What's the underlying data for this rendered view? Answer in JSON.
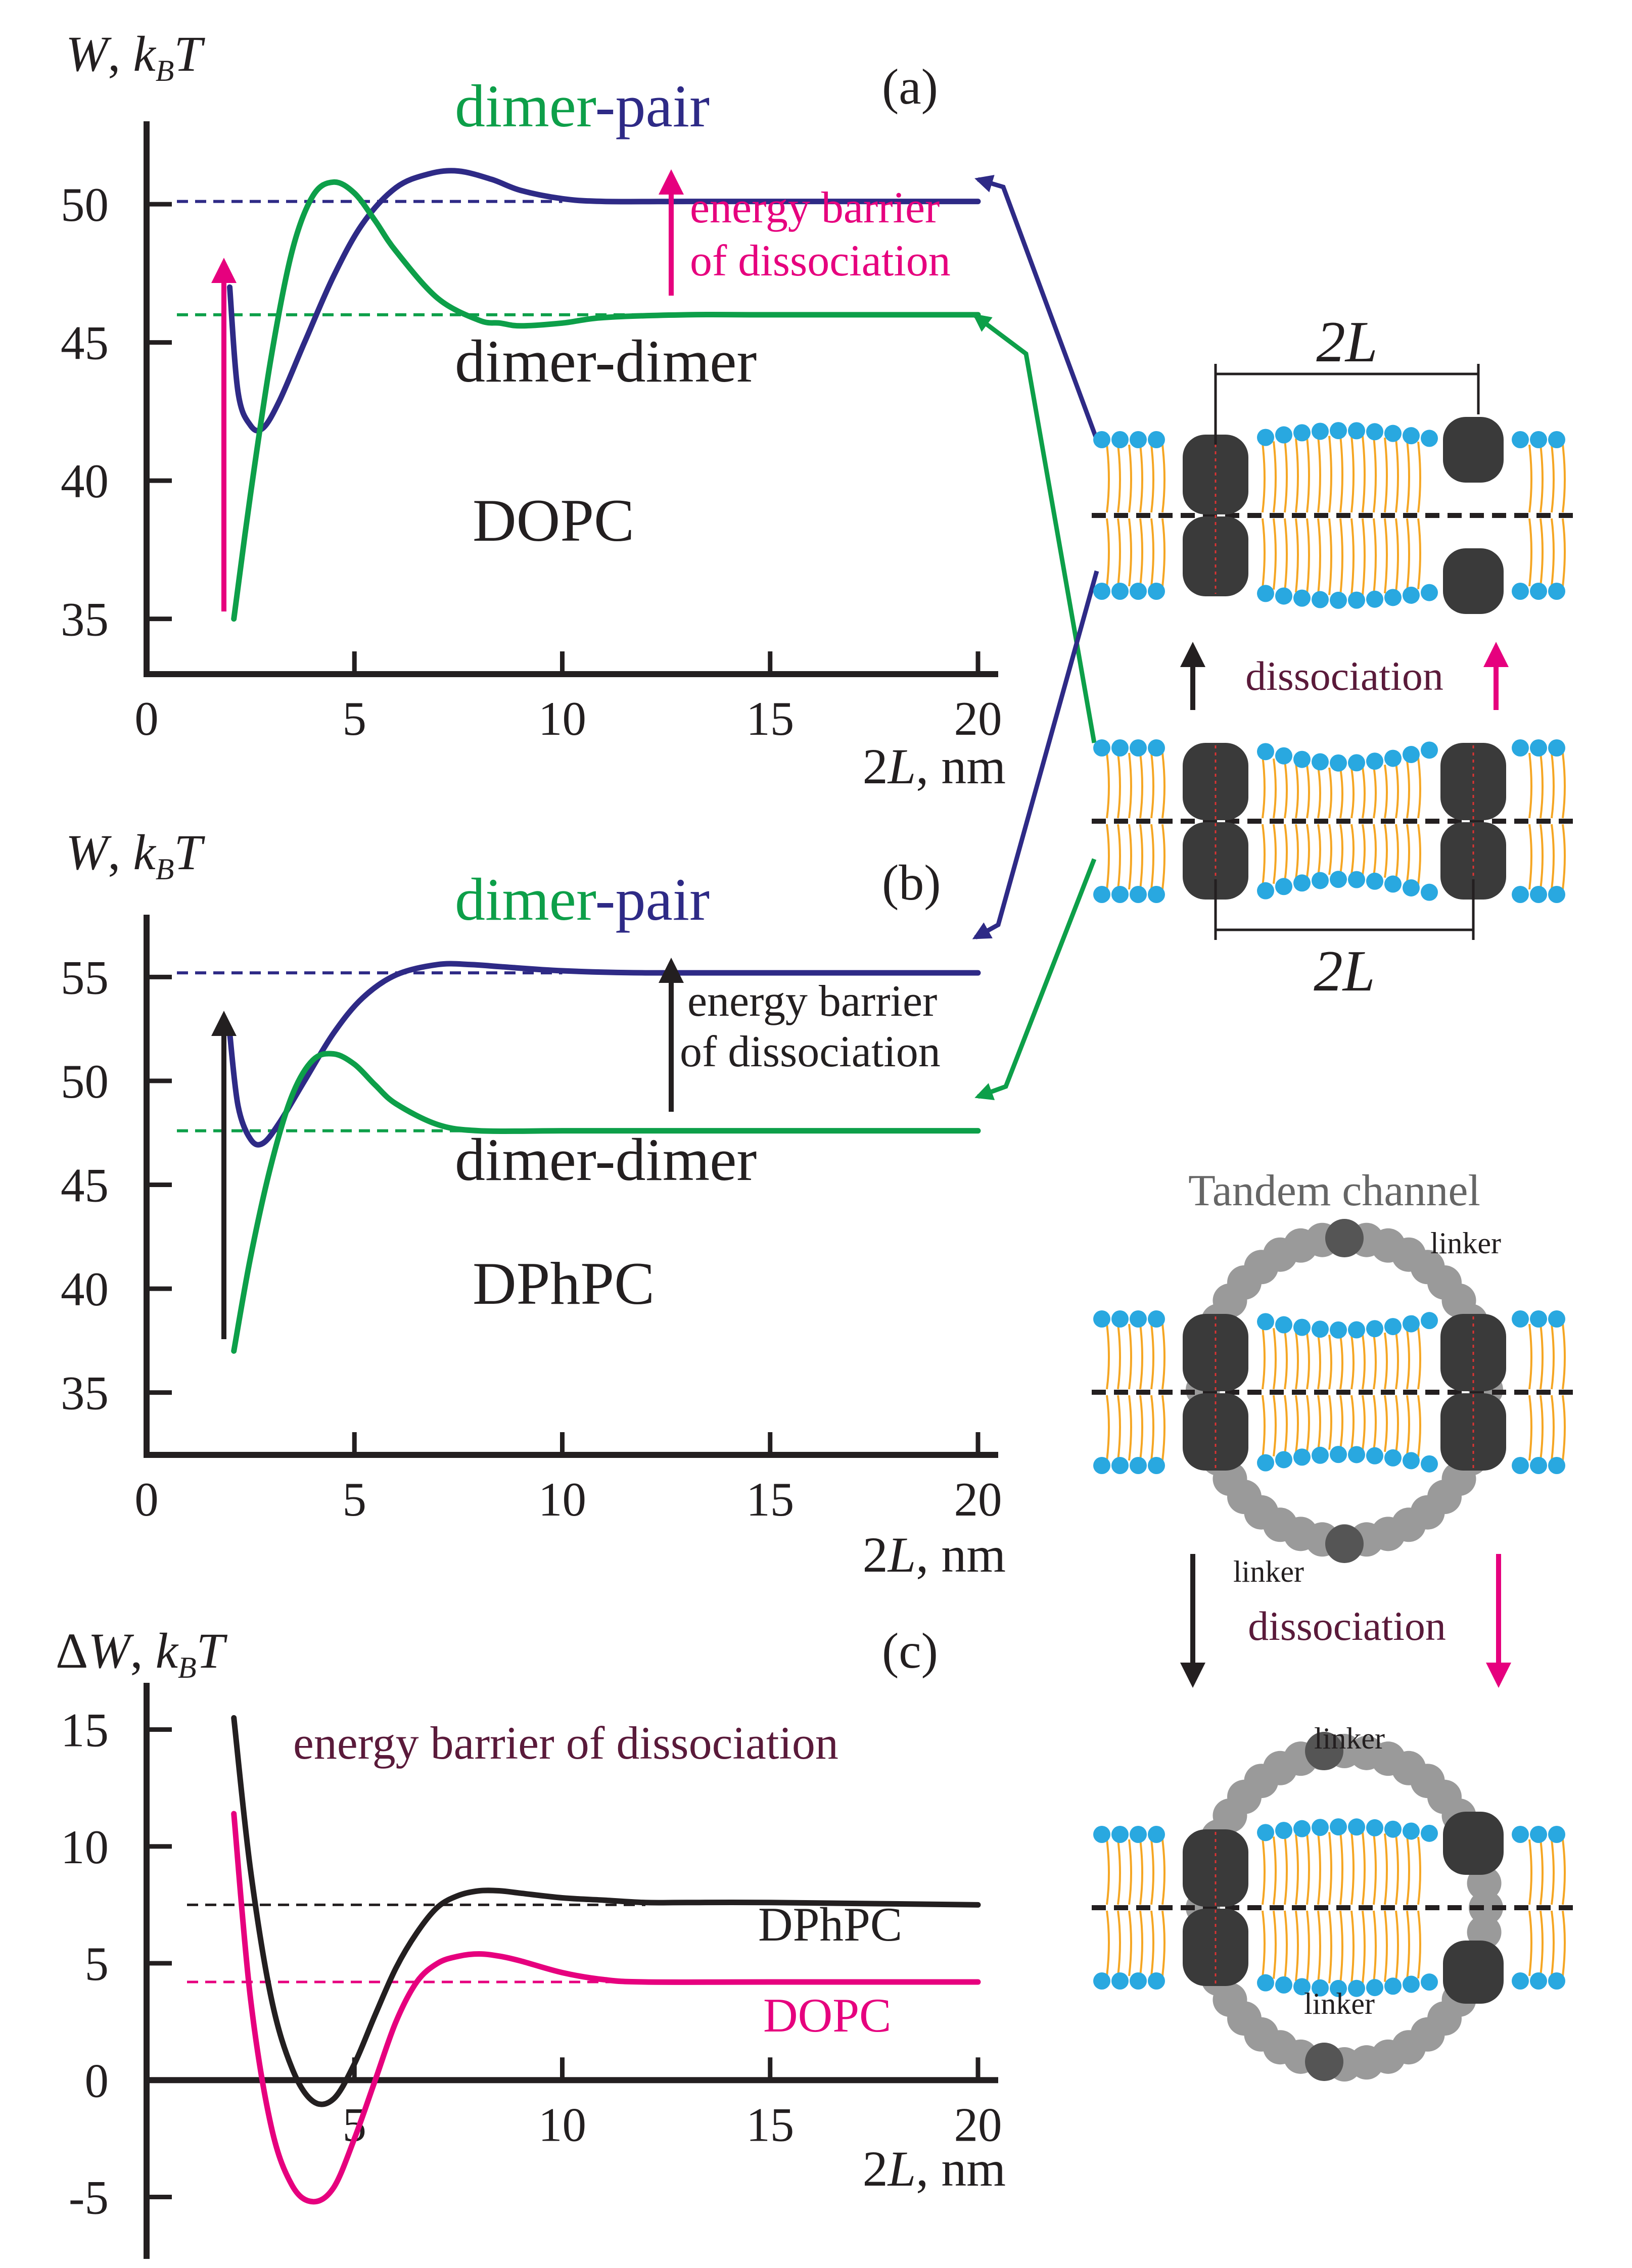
{
  "colors": {
    "axis": "#231f20",
    "dimer_pair": "#2e2a86",
    "dimer_dimer": "#0d9f49",
    "dopc": "#e6007e",
    "dphpc": "#231f20",
    "dissociation_text": "#5a1a3a",
    "linker": "#9a9a9a",
    "lipid_head": "#29a8e0",
    "lipid_tail": "#f5a623",
    "channel": "#3a3a3a"
  },
  "chart_data": [
    {
      "type": "line",
      "panel": "(a)",
      "y_label": "W, kBT",
      "x_label": "2L, nm",
      "xlim": [
        0,
        20
      ],
      "ylim": [
        33,
        53
      ],
      "x_ticks": [
        "0",
        "5",
        "10",
        "15",
        "20"
      ],
      "y_ticks": [
        "35",
        "40",
        "45",
        "50"
      ],
      "lipid_label": "DOPC",
      "barrier_text": [
        "energy barrier",
        "of dissociation"
      ],
      "series": [
        {
          "name": "dimer-pair",
          "x": [
            2.0,
            2.2,
            2.5,
            2.8,
            3.2,
            3.8,
            4.5,
            5.2,
            6.0,
            6.8,
            7.5,
            8.3,
            9.0,
            10.0,
            11.0,
            13.0,
            15.0,
            20.0
          ],
          "y": [
            47.0,
            43.2,
            42.0,
            41.9,
            42.9,
            45.0,
            47.4,
            49.3,
            50.6,
            51.1,
            51.2,
            50.9,
            50.5,
            50.2,
            50.1,
            50.1,
            50.1,
            50.1
          ]
        },
        {
          "name": "dimer-dimer",
          "x": [
            2.1,
            2.5,
            3.0,
            3.5,
            4.0,
            4.5,
            5.0,
            5.5,
            6.0,
            7.0,
            8.0,
            8.5,
            9.0,
            10.0,
            11.0,
            13.0,
            15.0,
            20.0
          ],
          "y": [
            35.0,
            39.5,
            44.5,
            48.3,
            50.3,
            50.8,
            50.4,
            49.4,
            48.3,
            46.6,
            45.8,
            45.7,
            45.6,
            45.7,
            45.9,
            46.0,
            46.0,
            46.0
          ]
        }
      ],
      "label_dimer": "dimer",
      "label_pair": "-pair",
      "label_dimer_dimer": "dimer-dimer"
    },
    {
      "type": "line",
      "panel": "(b)",
      "y_label": "W, kBT",
      "x_label": "2L, nm",
      "xlim": [
        0,
        20
      ],
      "ylim": [
        32,
        58
      ],
      "x_ticks": [
        "0",
        "5",
        "10",
        "15",
        "20"
      ],
      "y_ticks": [
        "35",
        "40",
        "45",
        "50",
        "55"
      ],
      "lipid_label": "DPhPC",
      "barrier_text": [
        "energy barrier",
        "of dissociation"
      ],
      "series": [
        {
          "name": "dimer-pair",
          "x": [
            2.0,
            2.2,
            2.5,
            2.8,
            3.2,
            3.8,
            4.5,
            5.2,
            6.0,
            7.0,
            7.8,
            8.5,
            10.0,
            12.0,
            15.0,
            20.0
          ],
          "y": [
            52.3,
            48.8,
            47.2,
            47.0,
            48.0,
            50.0,
            52.3,
            54.0,
            55.1,
            55.6,
            55.6,
            55.5,
            55.3,
            55.2,
            55.2,
            55.2
          ]
        },
        {
          "name": "dimer-dimer",
          "x": [
            2.1,
            2.5,
            3.0,
            3.5,
            4.0,
            4.5,
            5.0,
            5.5,
            6.0,
            7.0,
            8.0,
            10.0,
            12.0,
            15.0,
            20.0
          ],
          "y": [
            37.0,
            41.5,
            46.0,
            49.3,
            51.0,
            51.3,
            50.8,
            49.8,
            48.9,
            47.9,
            47.6,
            47.6,
            47.6,
            47.6,
            47.6
          ]
        }
      ],
      "label_dimer": "dimer",
      "label_pair": "-pair",
      "label_dimer_dimer": "dimer-dimer"
    },
    {
      "type": "line",
      "panel": "(c)",
      "y_label": "ΔW, kBT",
      "x_label": "2L, nm",
      "xlim": [
        0,
        20
      ],
      "ylim": [
        -7,
        17
      ],
      "x_ticks": [
        "5",
        "10",
        "15",
        "20"
      ],
      "y_ticks": [
        "15",
        "10",
        "5",
        "0",
        "-5"
      ],
      "title": "energy barrier of dissociation",
      "series": [
        {
          "name": "DPhPC",
          "x": [
            2.1,
            2.5,
            3.0,
            3.5,
            4.0,
            4.5,
            5.0,
            5.5,
            6.0,
            6.5,
            7.0,
            7.5,
            8.0,
            8.5,
            9.0,
            10.0,
            11.0,
            12.0,
            13.0,
            15.0,
            20.0
          ],
          "y": [
            15.5,
            9.0,
            3.5,
            0.5,
            -0.9,
            -0.8,
            0.7,
            2.8,
            4.8,
            6.3,
            7.4,
            7.9,
            8.1,
            8.1,
            8.0,
            7.8,
            7.7,
            7.6,
            7.6,
            7.6,
            7.5
          ]
        },
        {
          "name": "DOPC",
          "x": [
            2.1,
            2.5,
            3.0,
            3.5,
            4.0,
            4.5,
            5.0,
            5.5,
            6.0,
            6.5,
            7.0,
            7.5,
            8.0,
            8.5,
            9.0,
            10.0,
            11.0,
            12.0,
            15.0,
            20.0
          ],
          "y": [
            11.4,
            3.5,
            -2.0,
            -4.5,
            -5.2,
            -4.6,
            -2.5,
            0.0,
            2.5,
            4.2,
            5.0,
            5.3,
            5.4,
            5.3,
            5.1,
            4.6,
            4.3,
            4.2,
            4.2,
            4.2
          ]
        }
      ]
    }
  ],
  "schematic": {
    "top": {
      "spacing_label": "2L",
      "arrow_label": "dissociation"
    },
    "bottom": {
      "title": "Tandem channel",
      "arrow_label": "dissociation",
      "linker_labels": [
        "linker",
        "linker",
        "linker",
        "linker"
      ]
    }
  }
}
